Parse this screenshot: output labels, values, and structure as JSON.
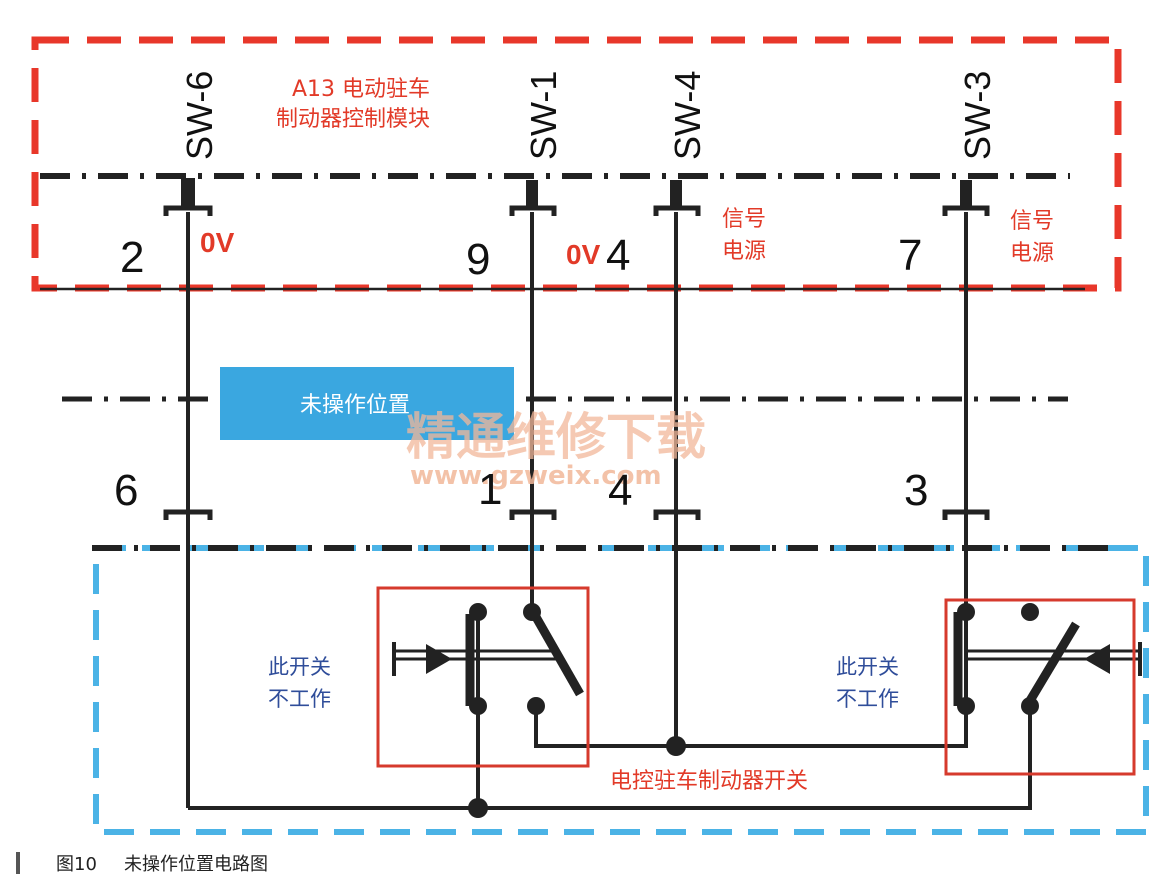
{
  "module": {
    "title_line1": "A13 电动驻车",
    "title_line2": "制动器控制模块",
    "sw_labels": [
      "SW-6",
      "SW-1",
      "SW-4",
      "SW-3"
    ],
    "pins": [
      "2",
      "9",
      "4",
      "7"
    ],
    "voltage_labels": [
      "0V",
      "0V"
    ],
    "signal_power_line1": "信号",
    "signal_power_line2": "电源"
  },
  "connector": {
    "pins": [
      "6",
      "1",
      "4",
      "3"
    ],
    "position_label": "未操作位置"
  },
  "switch_group": {
    "inactive_line1": "此开关",
    "inactive_line2": "不工作",
    "label": "电控驻车制动器开关"
  },
  "watermark": {
    "line1": "精通维修下载",
    "line2": "www.gzweix.com"
  },
  "caption": {
    "figure": "图10",
    "text": "未操作位置电路图"
  },
  "colors": {
    "module_border": "#e8372a",
    "switch_border": "#4bb3e6",
    "wire": "#222222",
    "label_box": "#3aa7e0",
    "highlight_box": "#d63a2d",
    "text_red": "#e23a28",
    "text_blue": "#2f4d9a"
  }
}
